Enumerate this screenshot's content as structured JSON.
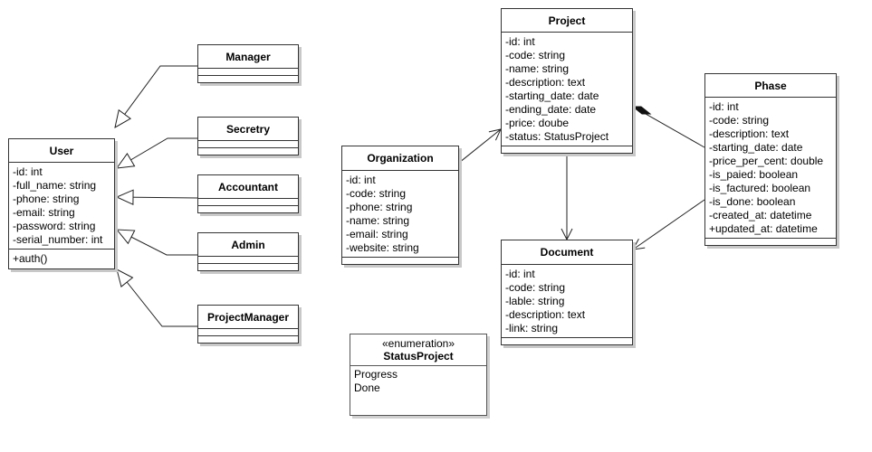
{
  "classes": {
    "user": {
      "name": "User",
      "attributes": [
        "-id: int",
        "-full_name: string",
        "-phone: string",
        "-email: string",
        "-password: string",
        "-serial_number: int"
      ],
      "operations": [
        "+auth()"
      ]
    },
    "manager": {
      "name": "Manager"
    },
    "secretry": {
      "name": "Secretry"
    },
    "accountant": {
      "name": "Accountant"
    },
    "admin": {
      "name": "Admin"
    },
    "project_manager": {
      "name": "ProjectManager"
    },
    "organization": {
      "name": "Organization",
      "attributes": [
        "-id: int",
        "-code: string",
        "-phone: string",
        "-name: string",
        "-email: string",
        "-website: string"
      ]
    },
    "project": {
      "name": "Project",
      "attributes": [
        "-id: int",
        "-code: string",
        "-name: string",
        "-description: text",
        "-starting_date: date",
        "-ending_date: date",
        "-price: doube",
        "-status: StatusProject"
      ]
    },
    "document": {
      "name": "Document",
      "attributes": [
        "-id: int",
        "-code: string",
        "-lable: string",
        "-description: text",
        "-link: string"
      ]
    },
    "phase": {
      "name": "Phase",
      "attributes": [
        "-id: int",
        "-code: string",
        "-description: text",
        "-starting_date: date",
        "-price_per_cent: double",
        "-is_paied: boolean",
        "-is_factured: boolean",
        "-is_done: boolean",
        "-created_at: datetime",
        "+updated_at: datetime"
      ]
    }
  },
  "enumeration": {
    "stereotype": "«enumeration»",
    "name": "StatusProject",
    "values": [
      "Progress",
      "Done"
    ]
  },
  "relationships": [
    {
      "type": "generalization",
      "from": "Manager",
      "to": "User"
    },
    {
      "type": "generalization",
      "from": "Secretry",
      "to": "User"
    },
    {
      "type": "generalization",
      "from": "Accountant",
      "to": "User"
    },
    {
      "type": "generalization",
      "from": "Admin",
      "to": "User"
    },
    {
      "type": "generalization",
      "from": "ProjectManager",
      "to": "User"
    },
    {
      "type": "association",
      "from": "Organization",
      "to": "Project"
    },
    {
      "type": "association",
      "from": "Project",
      "to": "Document"
    },
    {
      "type": "association",
      "from": "Phase",
      "to": "Document"
    },
    {
      "type": "composition",
      "from": "Phase",
      "to": "Project"
    }
  ]
}
